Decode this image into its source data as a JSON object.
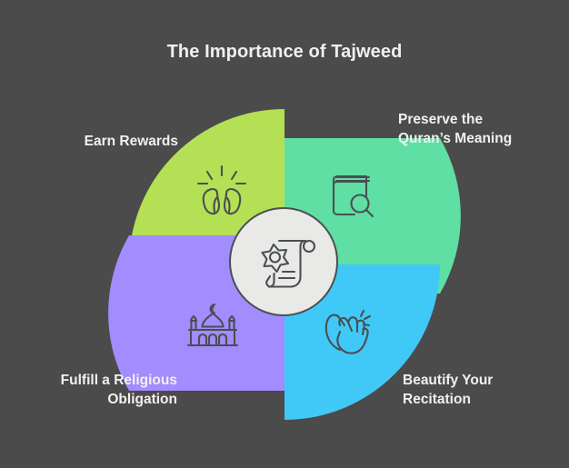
{
  "title": "The Importance of Tajweed",
  "background_color": "#4b4b4b",
  "title_color": "#f0f0f0",
  "center": {
    "icon": "scroll-star-icon",
    "fill_color": "#e9e9e7",
    "stroke_color": "#4a4f52"
  },
  "quadrants": [
    {
      "id": "earn-rewards",
      "label": "Earn Rewards",
      "color": "#b4e055",
      "icon": "praying-hands-icon",
      "position": "top-left"
    },
    {
      "id": "preserve-quran-meaning",
      "label": "Preserve the\nQuran’s Meaning",
      "label_line_1": "Preserve the",
      "label_line_2": "Quran’s Meaning",
      "color": "#5fdfa4",
      "icon": "book-search-icon",
      "position": "top-right"
    },
    {
      "id": "fulfill-religious-obligation",
      "label": "Fulfill a Religious\nObligation",
      "label_line_1": "Fulfill a Religious",
      "label_line_2": "Obligation",
      "color": "#a38cfd",
      "icon": "mosque-icon",
      "position": "bottom-left"
    },
    {
      "id": "beautify-your-recitation",
      "label": "Beautify Your\nRecitation",
      "label_line_1": "Beautify Your",
      "label_line_2": "Recitation",
      "color": "#40c9f7",
      "icon": "clapping-hands-icon",
      "position": "bottom-right"
    }
  ]
}
